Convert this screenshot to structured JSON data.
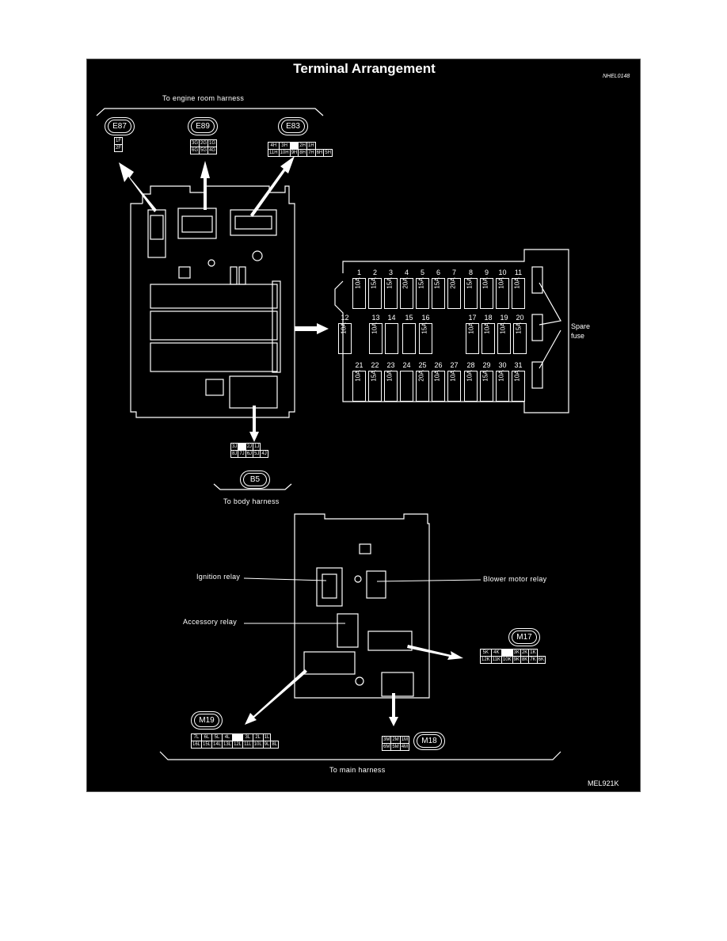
{
  "title": "Terminal Arrangement",
  "figure_code": "NHEL0148",
  "figure_id": "MEL921K",
  "harness_labels": {
    "engine_room": "To engine room harness",
    "body": "To body harness",
    "main": "To main harness"
  },
  "connectors": {
    "E87": {
      "id": "E87",
      "rows": [
        [
          "1F"
        ],
        [
          "2F"
        ]
      ]
    },
    "E89": {
      "id": "E89",
      "rows": [
        [
          "3G",
          "2G",
          "1G"
        ],
        [
          "6G",
          "5G",
          "4G"
        ]
      ]
    },
    "E83": {
      "id": "E83",
      "rows": [
        [
          "4H",
          "3H",
          "",
          "2H",
          "1H"
        ],
        [
          "11H",
          "10H",
          "9H",
          "8H",
          "7H",
          "6H",
          "5H"
        ]
      ]
    },
    "B5": {
      "id": "B5",
      "rows": [
        [
          "3J",
          "",
          "2J",
          "1J"
        ],
        [
          "8J",
          "7J",
          "6J",
          "5J",
          "4J"
        ]
      ]
    },
    "M17": {
      "id": "M17",
      "rows": [
        [
          "5K",
          "4K",
          "",
          "3K",
          "2K",
          "1K"
        ],
        [
          "12K",
          "11K",
          "10K",
          "9K",
          "8K",
          "7K",
          "6K"
        ]
      ]
    },
    "M18": {
      "id": "M18",
      "rows": [
        [
          "3M",
          "2M",
          "1M"
        ],
        [
          "6M",
          "5M",
          "4M"
        ]
      ]
    },
    "M19": {
      "id": "M19",
      "rows": [
        [
          "7L",
          "6L",
          "5L",
          "4L",
          "",
          "3L",
          "2L",
          "1L"
        ],
        [
          "16L",
          "15L",
          "14L",
          "13L",
          "12L",
          "11L",
          "10L",
          "9L",
          "8L"
        ]
      ]
    }
  },
  "fuses": {
    "row1": [
      {
        "n": "1",
        "a": "10A"
      },
      {
        "n": "2",
        "a": "15A"
      },
      {
        "n": "3",
        "a": "15A"
      },
      {
        "n": "4",
        "a": "20A"
      },
      {
        "n": "5",
        "a": "15A"
      },
      {
        "n": "6",
        "a": "15A"
      },
      {
        "n": "7",
        "a": "20A"
      },
      {
        "n": "8",
        "a": "15A"
      },
      {
        "n": "9",
        "a": "10A"
      },
      {
        "n": "10",
        "a": "10A"
      },
      {
        "n": "11",
        "a": "10A"
      }
    ],
    "row2": [
      {
        "n": "12",
        "a": "10A"
      },
      {
        "n": "13",
        "a": "10A"
      },
      {
        "n": "14",
        "a": ""
      },
      {
        "n": "15",
        "a": ""
      },
      {
        "n": "16",
        "a": "15A"
      },
      {
        "n": "17",
        "a": "10A"
      },
      {
        "n": "18",
        "a": "10A"
      },
      {
        "n": "19",
        "a": "10A"
      },
      {
        "n": "20",
        "a": "15A"
      }
    ],
    "row3": [
      {
        "n": "21",
        "a": "10A"
      },
      {
        "n": "22",
        "a": "15A"
      },
      {
        "n": "23",
        "a": "10A"
      },
      {
        "n": "24",
        "a": ""
      },
      {
        "n": "25",
        "a": "20A"
      },
      {
        "n": "26",
        "a": "10A"
      },
      {
        "n": "27",
        "a": "10A"
      },
      {
        "n": "28",
        "a": "10A"
      },
      {
        "n": "29",
        "a": "15A"
      },
      {
        "n": "30",
        "a": "10A"
      },
      {
        "n": "31",
        "a": "10A"
      }
    ]
  },
  "spare_fuse_label_1": "Spare",
  "spare_fuse_label_2": "fuse",
  "relays": {
    "ignition": "Ignition relay",
    "blower": "Blower motor relay",
    "accessory": "Accessory relay"
  }
}
